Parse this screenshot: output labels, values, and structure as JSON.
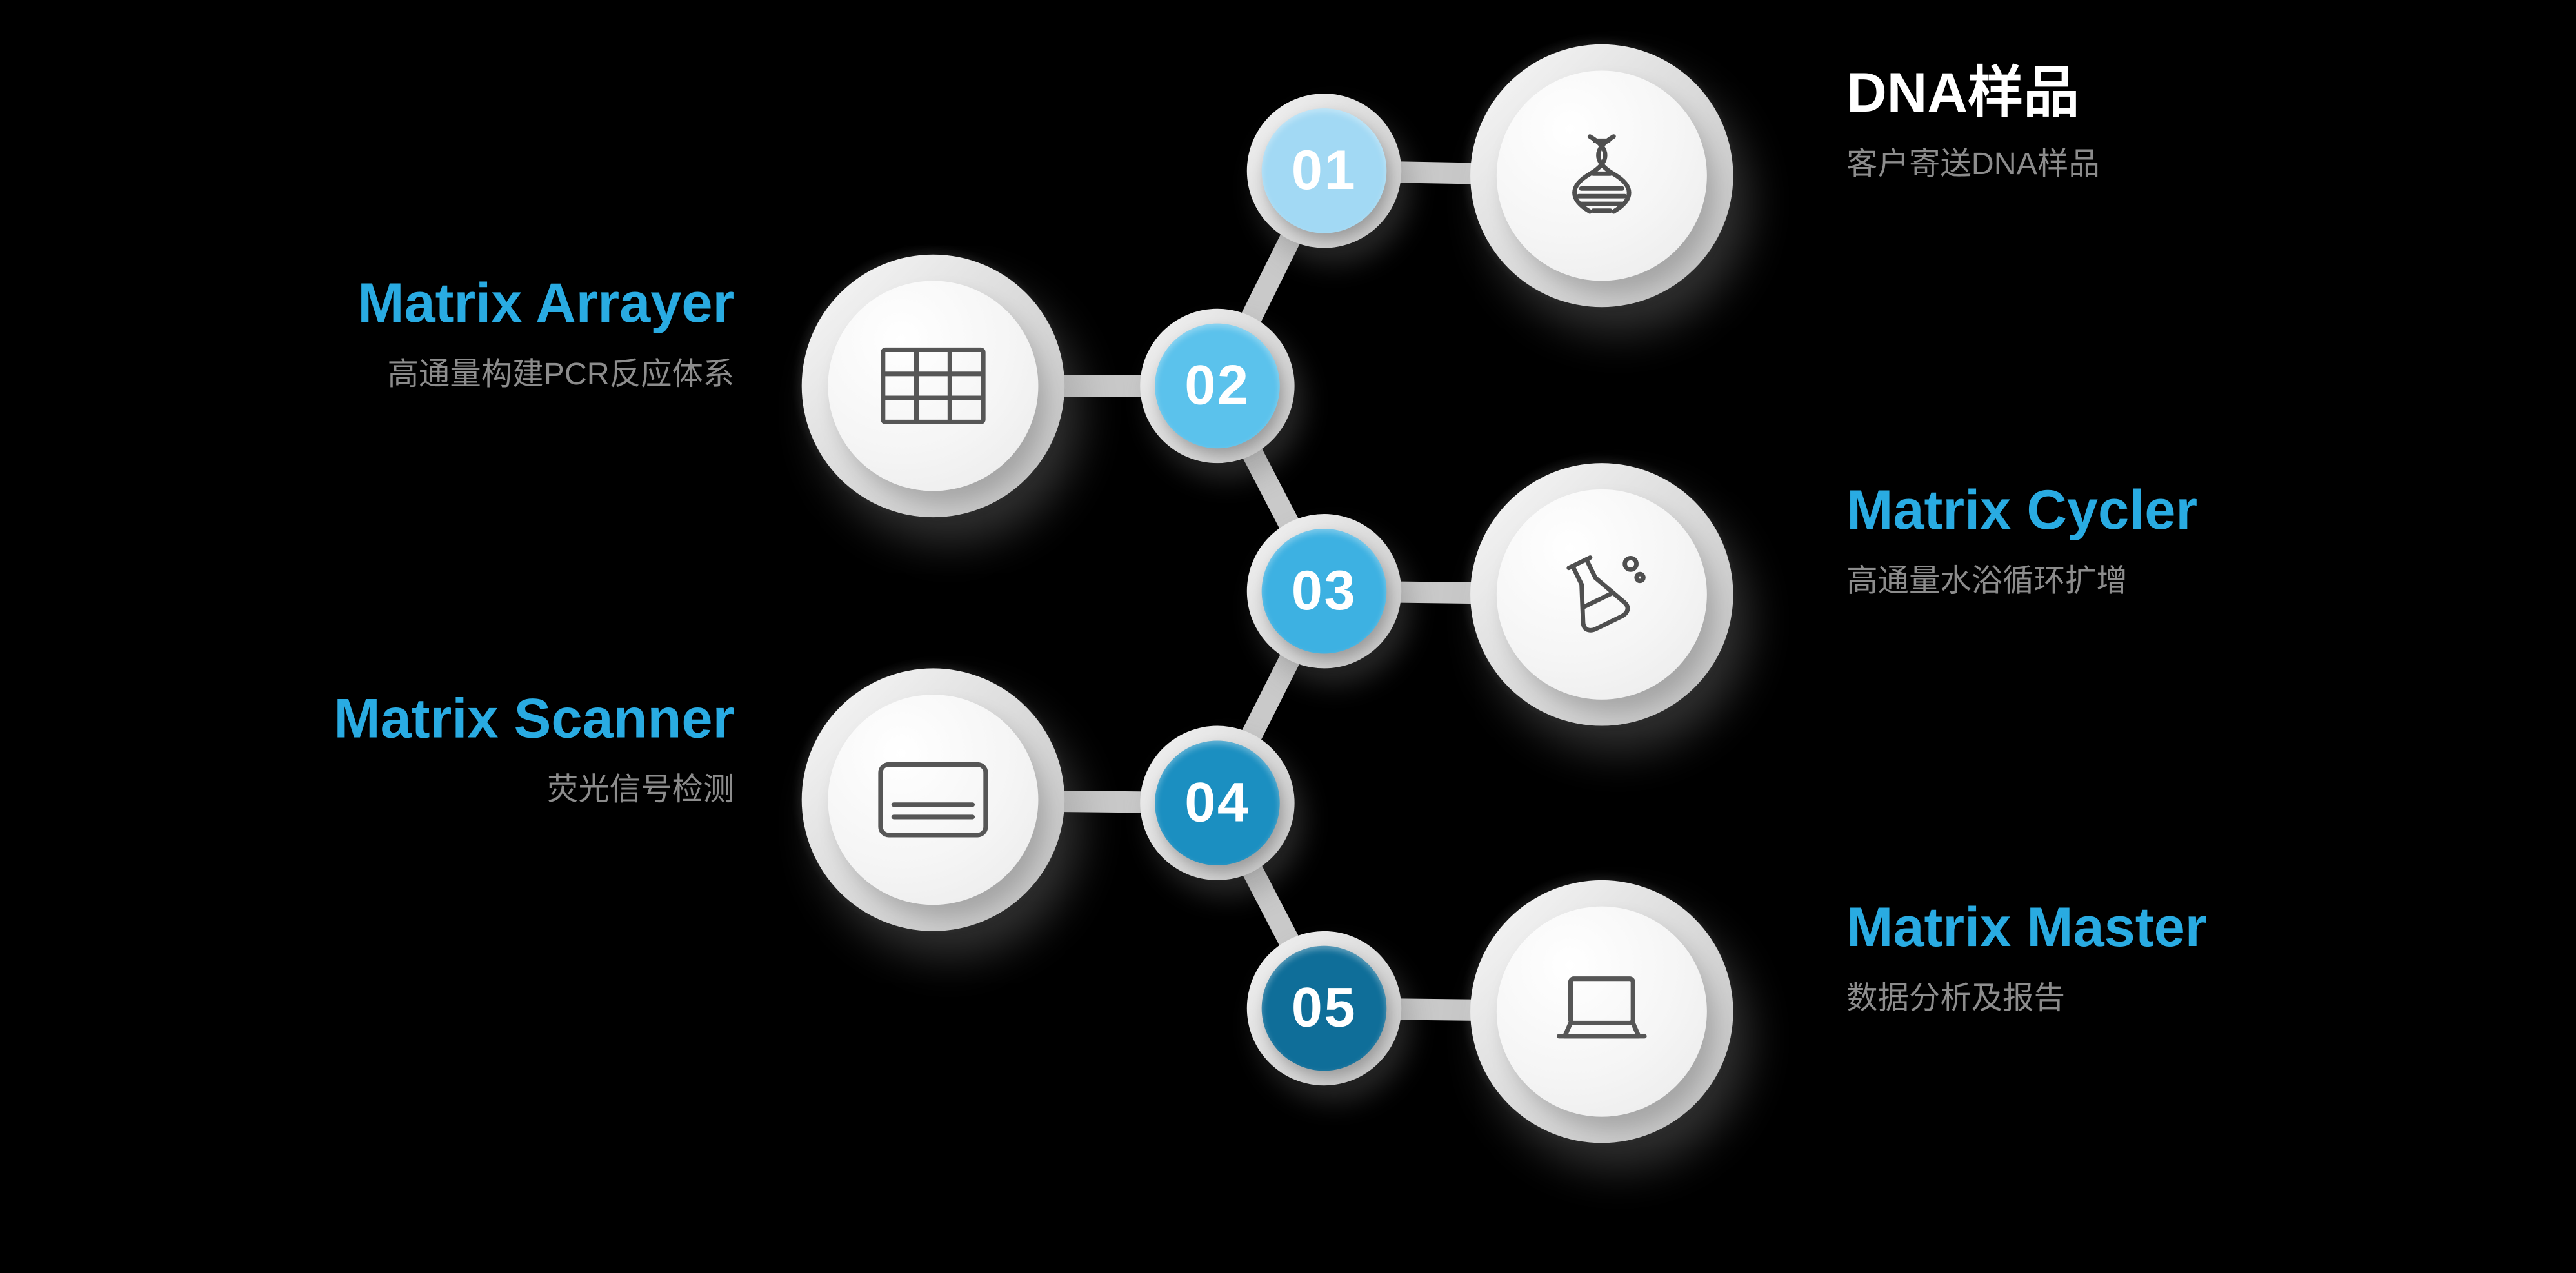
{
  "theme": {
    "background": "#000000",
    "accent": "#29abe2",
    "title_white": "#ffffff",
    "subtitle_color": "#8c8c8c",
    "connector_color": "#c9c9c9"
  },
  "steps": [
    {
      "number": "01",
      "title": "DNA样品",
      "subtitle": "客户寄送DNA样品",
      "side": "right",
      "icon": "dna-helix-icon",
      "badge_color": "#a2d9f4",
      "title_color": "#ffffff"
    },
    {
      "number": "02",
      "title": "Matrix Arrayer",
      "subtitle": "高通量构建PCR反应体系",
      "side": "left",
      "icon": "microplate-grid-icon",
      "badge_color": "#5bc2ec",
      "title_color": "#29abe2"
    },
    {
      "number": "03",
      "title": "Matrix Cycler",
      "subtitle": "高通量水浴循环扩增",
      "side": "right",
      "icon": "flask-icon",
      "badge_color": "#3db1e2",
      "title_color": "#29abe2"
    },
    {
      "number": "04",
      "title": "Matrix Scanner",
      "subtitle": "荧光信号检测",
      "side": "left",
      "icon": "scan-card-icon",
      "badge_color": "#1b8fc1",
      "title_color": "#29abe2"
    },
    {
      "number": "05",
      "title": "Matrix Master",
      "subtitle": "数据分析及报告",
      "side": "right",
      "icon": "laptop-icon",
      "badge_color": "#0f6e99",
      "title_color": "#29abe2"
    }
  ]
}
